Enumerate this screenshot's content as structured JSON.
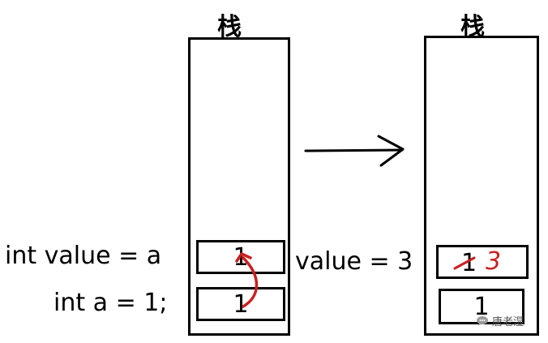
{
  "left_stack": {
    "title": "栈",
    "top_cell_value": "1",
    "bottom_cell_value": "1"
  },
  "right_stack": {
    "title": "栈",
    "top_cell_old_value": "1",
    "top_cell_new_value": "3",
    "bottom_cell_value": "1"
  },
  "code": {
    "line_value": "int value = a",
    "line_a": "int a = 1;",
    "value_assign": "value = 3"
  },
  "watermark": {
    "text": "唐老湿",
    "icon": "chat-bubble-icon"
  },
  "colors": {
    "ink": "#000000",
    "annotation_red": "#cc1f1f"
  }
}
